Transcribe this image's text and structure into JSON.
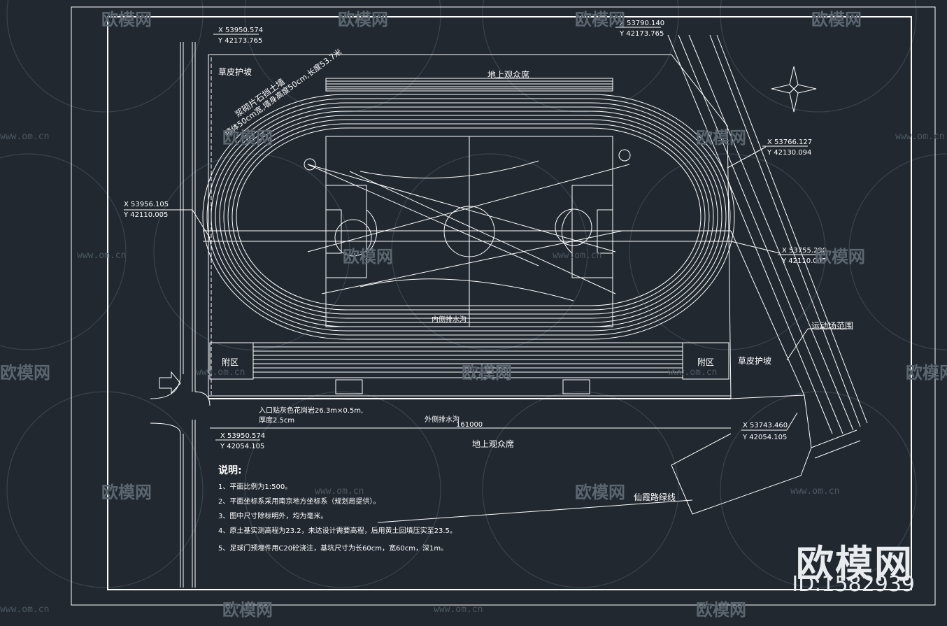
{
  "labels": {
    "grass_slope_tl": "草皮护坡",
    "grass_slope_br": "草皮护坡",
    "stand_top": "地上观众席",
    "stand_bottom": "地上观众席",
    "annex_left": "附区",
    "annex_right": "附区",
    "sport_range": "运动场范围",
    "green_line": "仙霞路绿线",
    "entrance_note_1": "入口贴灰色花岗岩26.3m×0.5m,",
    "entrance_note_2": "厚度2.5cm",
    "outer_drain": "外侧排水沟",
    "inner_drain": "内侧排水沟",
    "retaining_wall_1": "浆砌片石挡土墙",
    "retaining_wall_2": "墙体50cm宽,墙身高度50cm,长度53.7米",
    "total_length": "161000"
  },
  "coords": [
    {
      "x": "X 53950.574",
      "y": "Y 42173.765"
    },
    {
      "x": "X 53790.140",
      "y": "Y 42173.765"
    },
    {
      "x": "X 53766.127",
      "y": "Y 42130.094"
    },
    {
      "x": "X 53956.105",
      "y": "Y 42110.005"
    },
    {
      "x": "X 53755.290",
      "y": "Y 42110.005"
    },
    {
      "x": "X 53950.574",
      "y": "Y 42054.105"
    },
    {
      "x": "X 53743.460",
      "y": "Y 42054.105"
    }
  ],
  "notes": {
    "title": "说明:",
    "items": [
      "1、平面比例为1:500。",
      "2、平面坐标系采用南京地方坐标系（规划局提供）。",
      "3、图中尺寸除标明外，均为毫米。",
      "4、原土基实测高程为23.2，未达设计需要高程，后用黄土回填压实至23.5。",
      "5、足球门预埋件用C20砼浇注，基坑尺寸为长60cm，宽60cm，深1m。"
    ]
  },
  "watermark": {
    "brand": "欧模网",
    "url": "www.om.cn",
    "id": "ID:1582939"
  },
  "colors": {
    "background": "#212830",
    "lines": "#ffffff",
    "watermark": "#5b6670"
  }
}
